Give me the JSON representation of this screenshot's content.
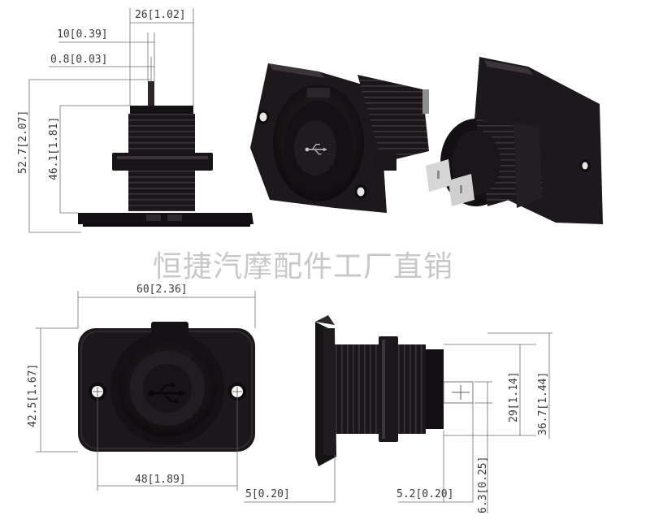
{
  "watermark": "恒捷汽摩配件工厂直销",
  "colors": {
    "body": "#1f1b1e",
    "body_dark": "#0d0b0d",
    "highlight": "#4a4448",
    "terminal": "#cfcfcf",
    "dimension_line": "#6c6c6c"
  },
  "dimensions": {
    "top_width": "26[1.02]",
    "lip_width": "10[0.39]",
    "wall_thickness": "0.8[0.03]",
    "overall_height": "52.7[2.07]",
    "body_height": "46.1[1.81]",
    "panel_width": "60[2.36]",
    "panel_height": "42.5[1.67]",
    "hole_spacing": "48[1.89]",
    "flange_thickness": "5[0.20]",
    "terminal_length": "5.2[0.20]",
    "terminal_width": "6.3[0.25]",
    "terminal_height": "29[1.14]",
    "side_height": "36.7[1.44]"
  },
  "icons": [
    "usb-icon"
  ]
}
